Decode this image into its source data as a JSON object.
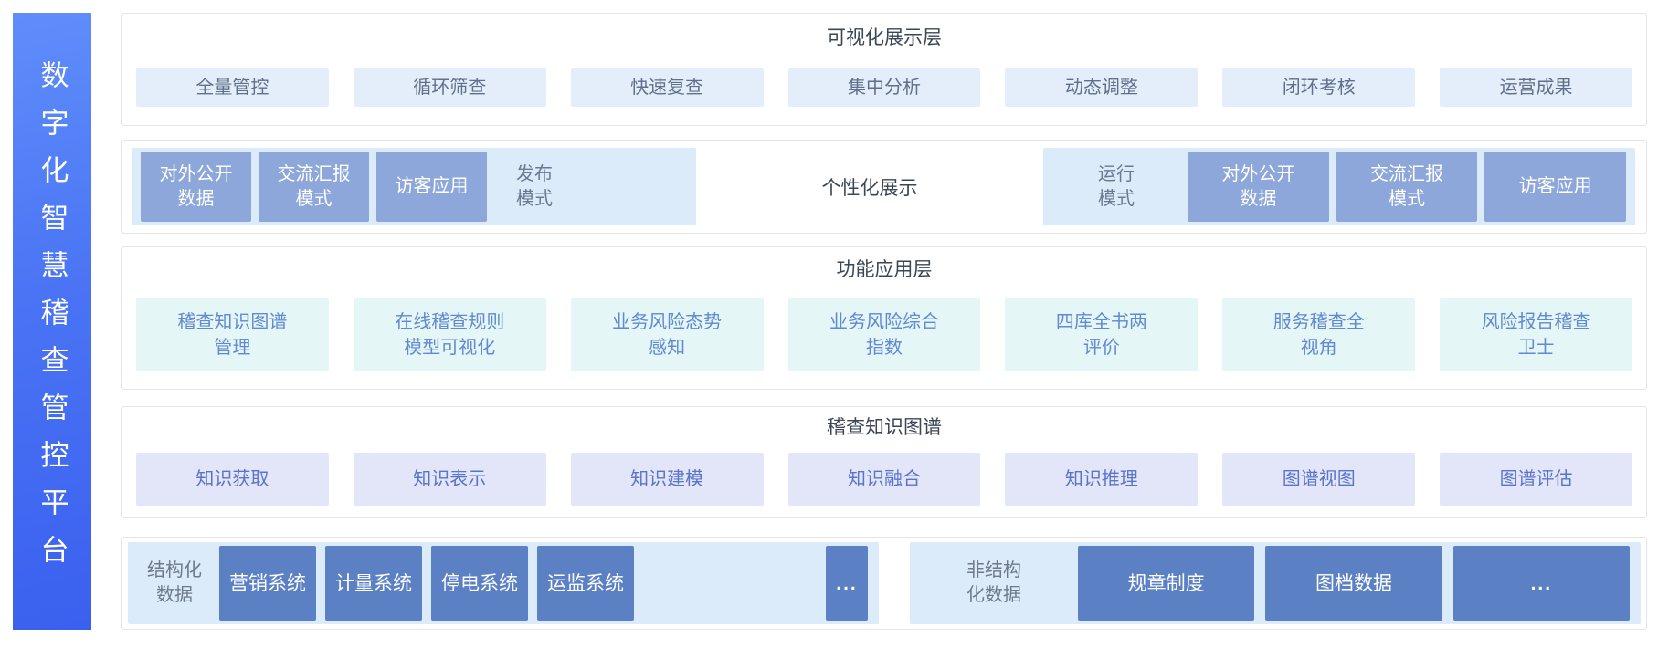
{
  "platform": {
    "title": "数字化智慧稽查管控平台"
  },
  "layers": {
    "visualization": {
      "title": "可视化展示层",
      "items": [
        "全量管控",
        "循环筛查",
        "快速复查",
        "集中分析",
        "动态调整",
        "闭环考核",
        "运营成果"
      ]
    },
    "display_modes": {
      "publish": {
        "boxes": [
          "对外公开\n数据",
          "交流汇报\n模式",
          "访客应用"
        ],
        "label": "发布\n模式"
      },
      "center_label": "个性化展示",
      "runtime": {
        "label": "运行\n模式",
        "boxes": [
          "对外公开\n数据",
          "交流汇报\n模式",
          "访客应用"
        ]
      }
    },
    "function_application": {
      "title": "功能应用层",
      "items": [
        "稽查知识图谱\n管理",
        "在线稽查规则\n模型可视化",
        "业务风险态势\n感知",
        "业务风险综合\n指数",
        "四库全书两\n评价",
        "服务稽查全\n视角",
        "风险报告稽查\n卫士"
      ]
    },
    "knowledge_graph": {
      "title": "稽查知识图谱",
      "items": [
        "知识获取",
        "知识表示",
        "知识建模",
        "知识融合",
        "知识推理",
        "图谱视图",
        "图谱评估"
      ]
    },
    "data_sources": {
      "structured": {
        "label": "结构化\n数据",
        "systems": [
          "营销系统",
          "计量系统",
          "停电系统",
          "运监系统",
          "..."
        ]
      },
      "unstructured": {
        "label": "非结构\n化数据",
        "systems": [
          "规章制度",
          "图档数据",
          "..."
        ]
      }
    }
  },
  "colors": {
    "sidebar_gradient_start": "#5f8efb",
    "sidebar_gradient_end": "#3a60ef",
    "light_blue_pill": "#e4eefa",
    "panel_blue": "#dcebfa",
    "periwinkle_box": "#8da7da",
    "strong_blue_box": "#5c80c4",
    "mint_pill": "#e4f6f5",
    "lavender_pill": "#e3e6f8"
  }
}
